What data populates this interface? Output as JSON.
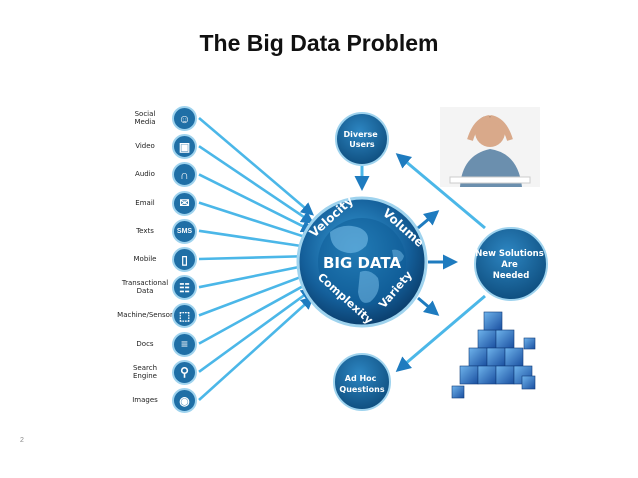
{
  "title": "The Big Data Problem",
  "sources": [
    {
      "label": "Social\nMedia",
      "icon": "people-icon"
    },
    {
      "label": "Video",
      "icon": "film-icon"
    },
    {
      "label": "Audio",
      "icon": "headphones-icon"
    },
    {
      "label": "Email",
      "icon": "envelope-icon"
    },
    {
      "label": "Texts",
      "icon": "sms-icon"
    },
    {
      "label": "Mobile",
      "icon": "phone-icon"
    },
    {
      "label": "Transactional\nData",
      "icon": "cart-icon"
    },
    {
      "label": "Machine/Sensor",
      "icon": "network-icon"
    },
    {
      "label": "Docs",
      "icon": "document-icon"
    },
    {
      "label": "Search\nEngine",
      "icon": "magnifier-icon"
    },
    {
      "label": "Images",
      "icon": "camera-icon"
    }
  ],
  "globe": {
    "center_label": "BIG DATA",
    "arc_labels": [
      "Velocity",
      "Volume",
      "Complexity",
      "Variety"
    ]
  },
  "nodes": {
    "diverse_users": "Diverse\nUsers",
    "new_solutions": "New Solutions\nAre\nNeeded",
    "ad_hoc": "Ad Hoc\nQuestions"
  },
  "page_number": "2",
  "colors": {
    "arrow": "#4bb7e8",
    "node": "#1c6ea4",
    "globe_dark": "#0d4f86",
    "globe_light": "#2a8fcf"
  }
}
